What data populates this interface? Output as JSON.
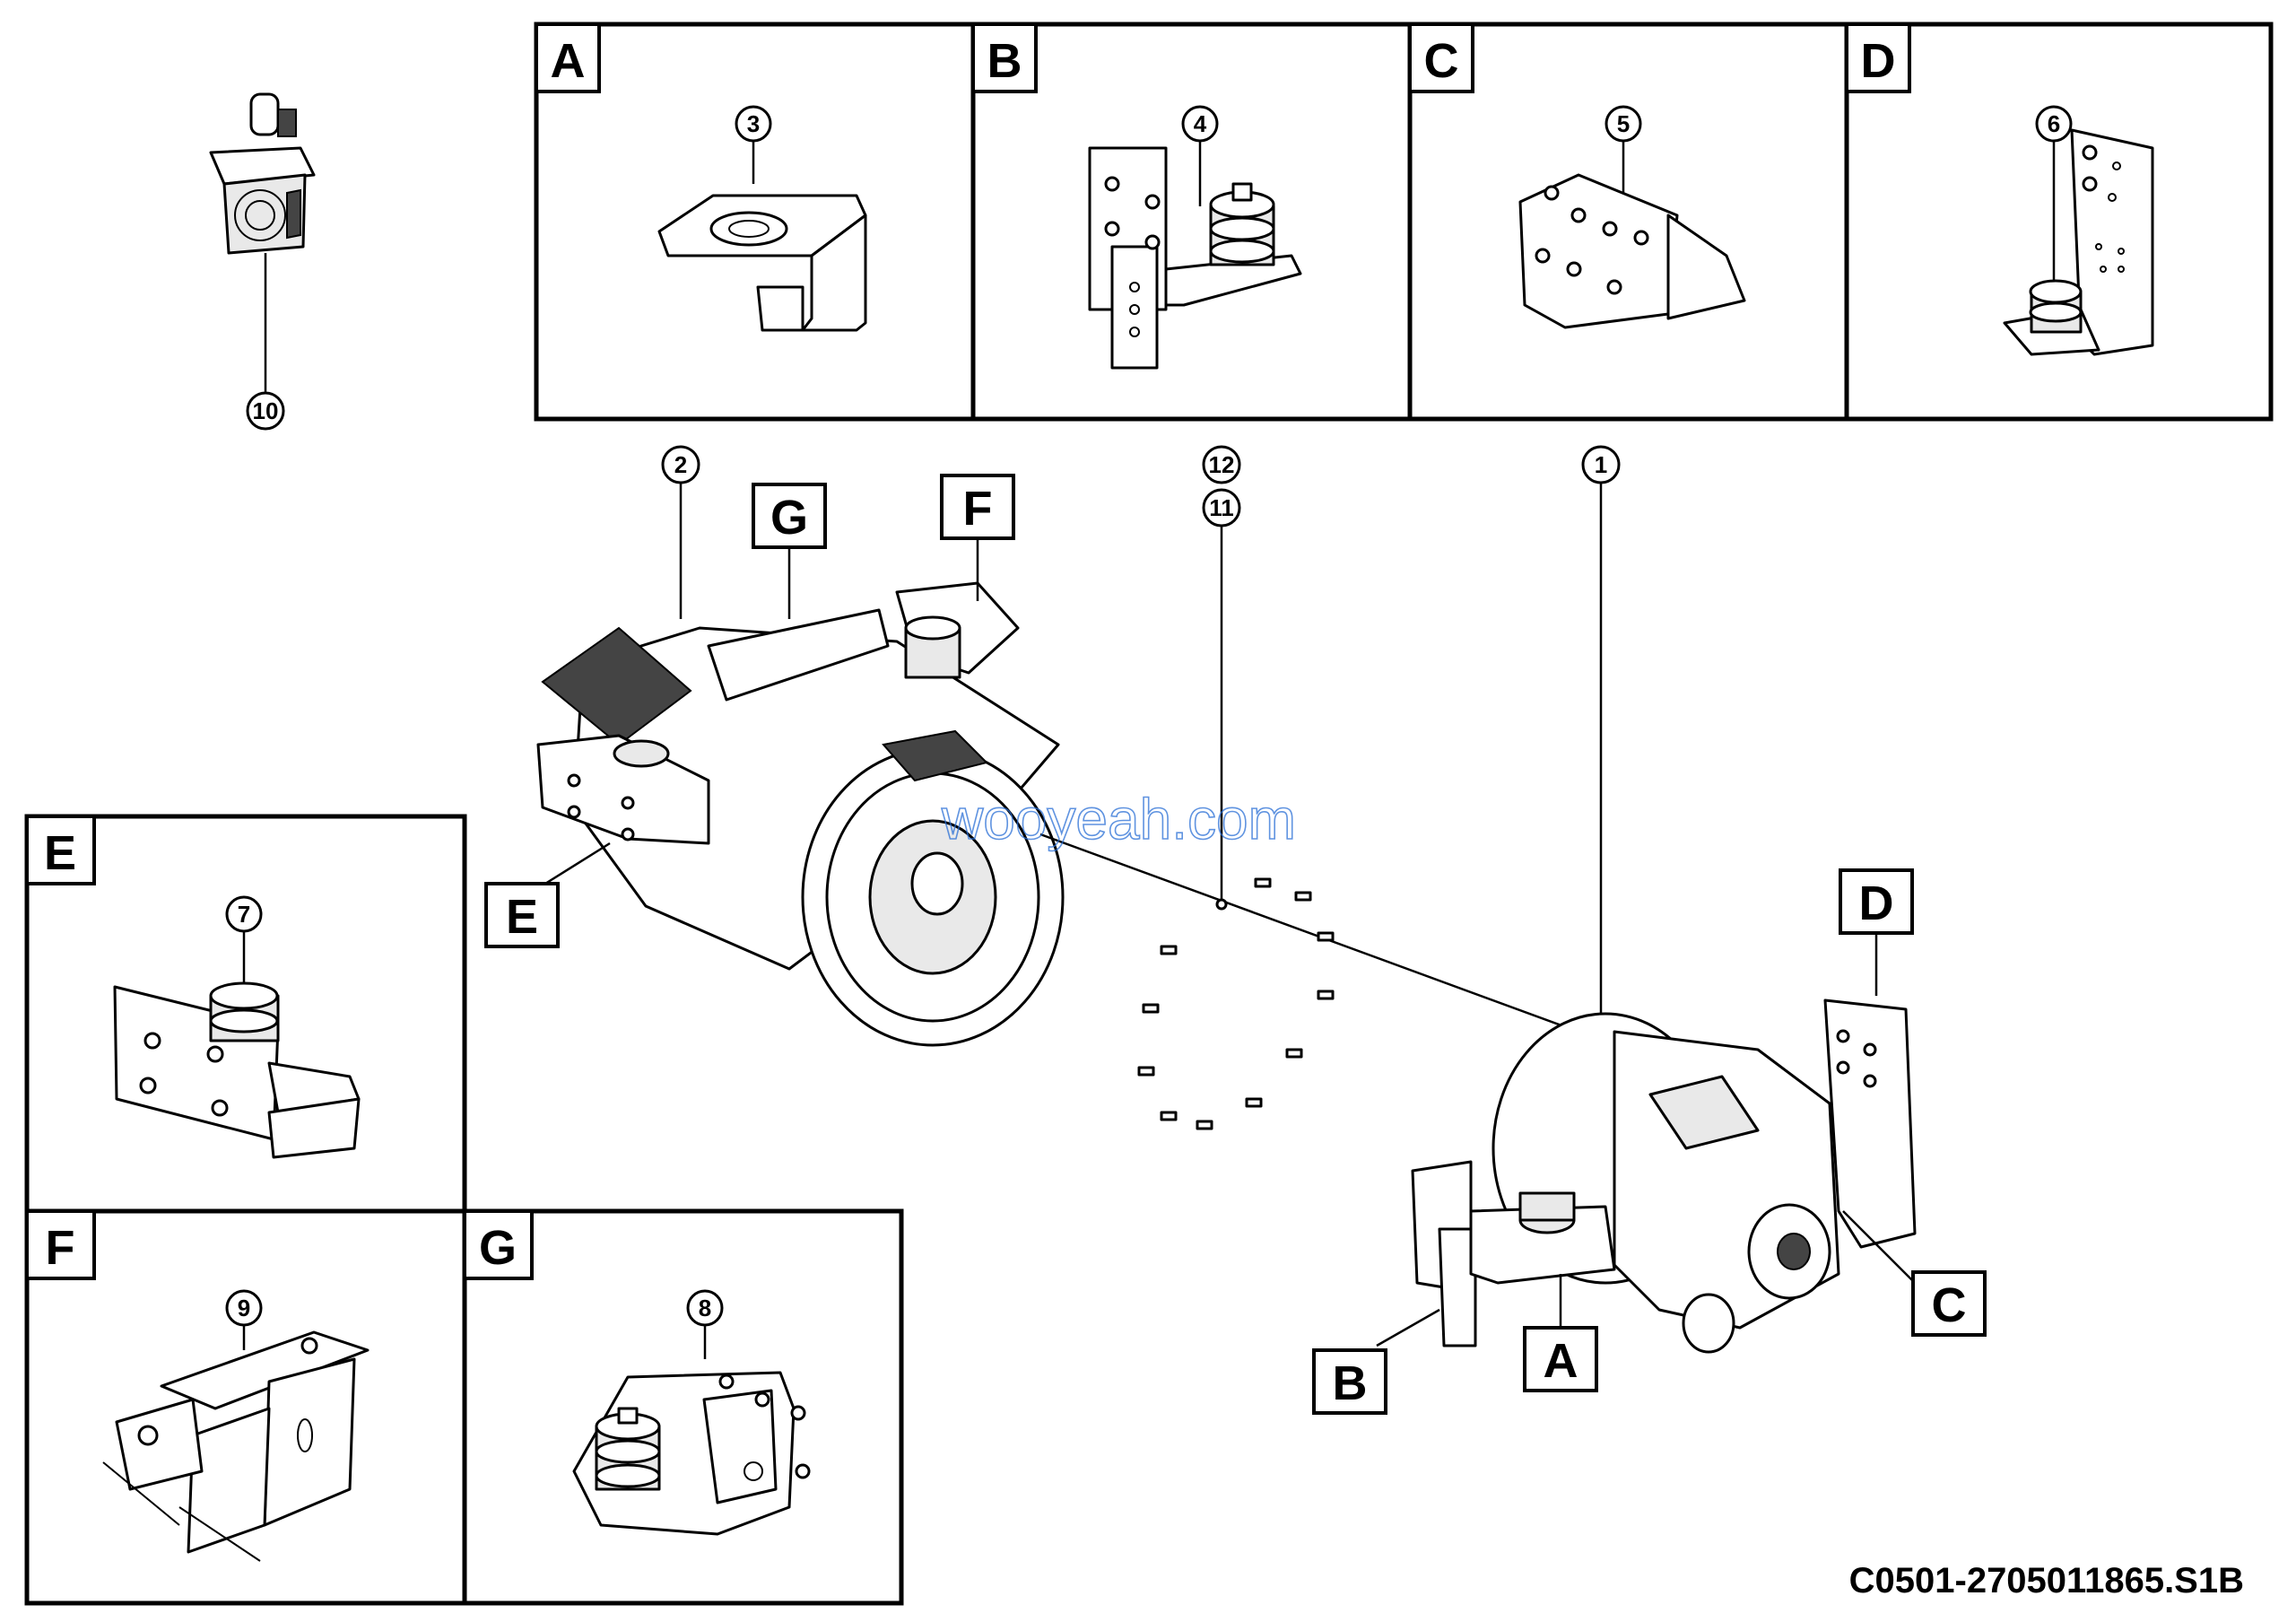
{
  "drawing_code": "C0501-2705011865.S1B",
  "watermark": "wooyeah.com",
  "panels": [
    {
      "tag": "A",
      "callout": "3"
    },
    {
      "tag": "B",
      "callout": "4"
    },
    {
      "tag": "C",
      "callout": "5"
    },
    {
      "tag": "D",
      "callout": "6"
    },
    {
      "tag": "E",
      "callout": "7"
    },
    {
      "tag": "F",
      "callout": "9"
    },
    {
      "tag": "G",
      "callout": "8"
    }
  ],
  "main_tags": {
    "g": "G",
    "f": "F",
    "e": "E",
    "d": "D",
    "b": "B",
    "a": "A",
    "c": "C"
  },
  "callouts": {
    "motor": "2",
    "bolts_top": "12",
    "bolts_bottom": "11",
    "gearbox": "1",
    "shifter": "10"
  }
}
